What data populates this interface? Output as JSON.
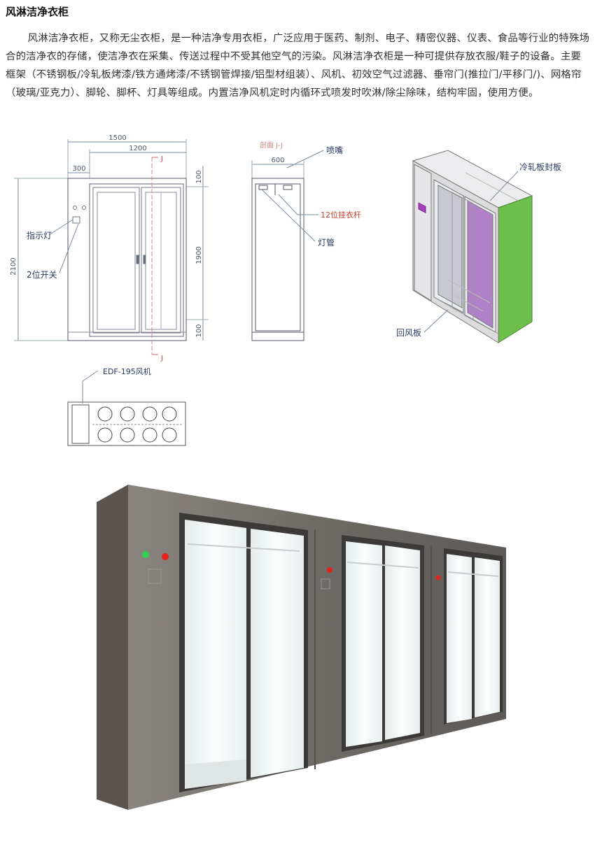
{
  "title": "风淋洁净衣柜",
  "intro": "风淋洁净衣柜，又称无尘衣柜，是一种洁净专用衣柜，广泛应用于医药、制剂、电子、精密仪器、仪表、食品等行业的特殊场合的洁净衣的存储，使洁净衣在采集、传送过程中不受其他空气的污染。风淋洁净衣柜是一种可提供存放衣服/鞋子的设备。主要框架（不锈钢板/冷轧板烤漆/铁方通烤漆/不锈钢管焊接/铝型材组装）、风机、初效空气过滤器、垂帘门(推拉门/平移门/)、网格帘（玻璃/亚克力）、脚轮、脚杯、灯具等组成。内置洁净风机定时内循环式喷发时吹淋/除尘除味，结构牢固，使用方便。",
  "front_view": {
    "dim_total_width": "1500",
    "dim_inner_width": "1200",
    "dim_side": "300",
    "dim_height": "2100",
    "dim_top": "100",
    "dim_door_height": "1900",
    "dim_bottom": "100",
    "section_mark_top": "J",
    "section_mark_bottom": "J",
    "label_indicator": "指示灯",
    "label_switch": "2位开关"
  },
  "section_view": {
    "title": "剖面 J-J",
    "dim_depth": "600",
    "label_nozzle": "喷嘴",
    "label_hanger": "12位挂衣杆",
    "label_lamp": "灯管"
  },
  "iso_view": {
    "label_plate": "冷轧板封板",
    "label_return": "回风板",
    "colors": {
      "green": "#6cbf4a",
      "purple": "#b080c8",
      "gray": "#d8d8da"
    }
  },
  "top_view": {
    "label_fan": "EDF-195风机"
  },
  "photo": {
    "description_icons": [
      "indicator-green-light",
      "indicator-red-light"
    ],
    "colors": {
      "frame": "#6e6a66",
      "glass": "#eef3f3",
      "led_green": "#2fd04a",
      "led_red": "#e8221c"
    }
  }
}
